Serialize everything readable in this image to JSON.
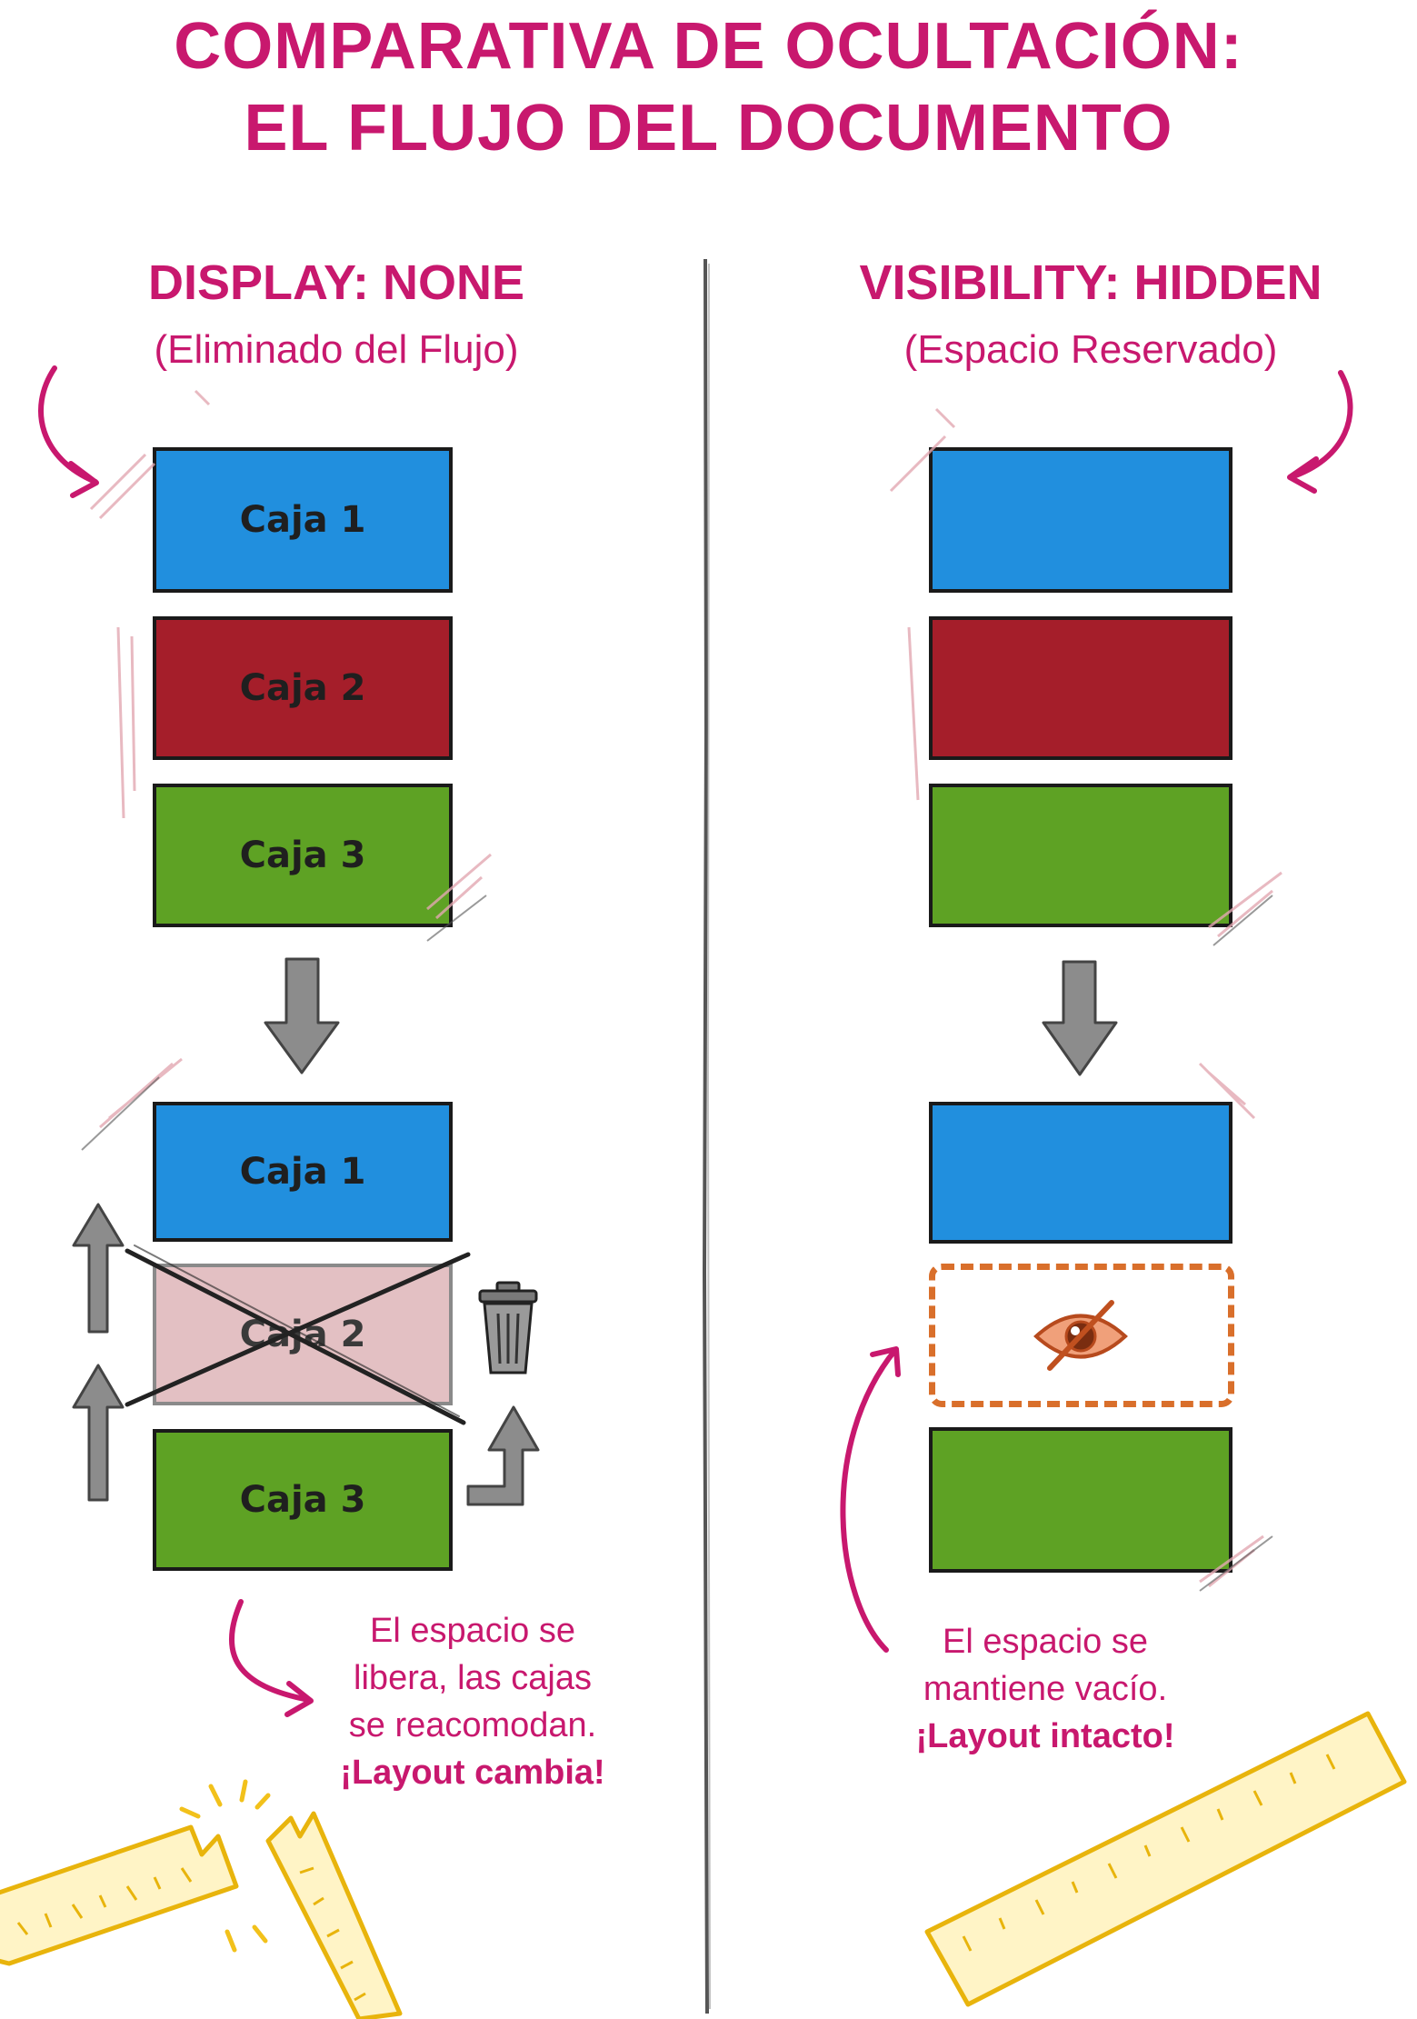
{
  "title": {
    "line1": "COMPARATIVA DE OCULTACIÓN:",
    "line2": "EL FLUJO DEL DOCUMENTO"
  },
  "left": {
    "heading": "DISPLAY: NONE",
    "subheading": "(Eliminado del Flujo)",
    "before_boxes": [
      "Caja 1",
      "Caja 2",
      "Caja 3"
    ],
    "after_boxes": [
      "Caja 1",
      "Caja 2",
      "Caja 3"
    ],
    "note": {
      "line1": "El espacio se",
      "line2": "libera, las cajas",
      "line3": "se reacomodan.",
      "emphasis": "¡Layout cambia!"
    }
  },
  "right": {
    "heading": "VISIBILITY: HIDDEN",
    "subheading": "(Espacio Reservado)",
    "note": {
      "line1": "El espacio se",
      "line2": "mantiene vacío.",
      "emphasis": "¡Layout intacto!"
    }
  },
  "colors": {
    "accent": "#c8186e",
    "blue": "#218fde",
    "red": "#a51e2a",
    "green": "#5ea224",
    "removed": "#e3c0c3",
    "dashed_outline": "#d96f2b",
    "ruler": "#f2c11b",
    "arrow_gray": "#8c8c8c"
  },
  "icons": [
    "trash-icon",
    "eye-slash-icon",
    "broken-ruler-icon",
    "ruler-icon",
    "down-arrow-icon",
    "up-arrow-icon",
    "curved-arrow-icon"
  ]
}
